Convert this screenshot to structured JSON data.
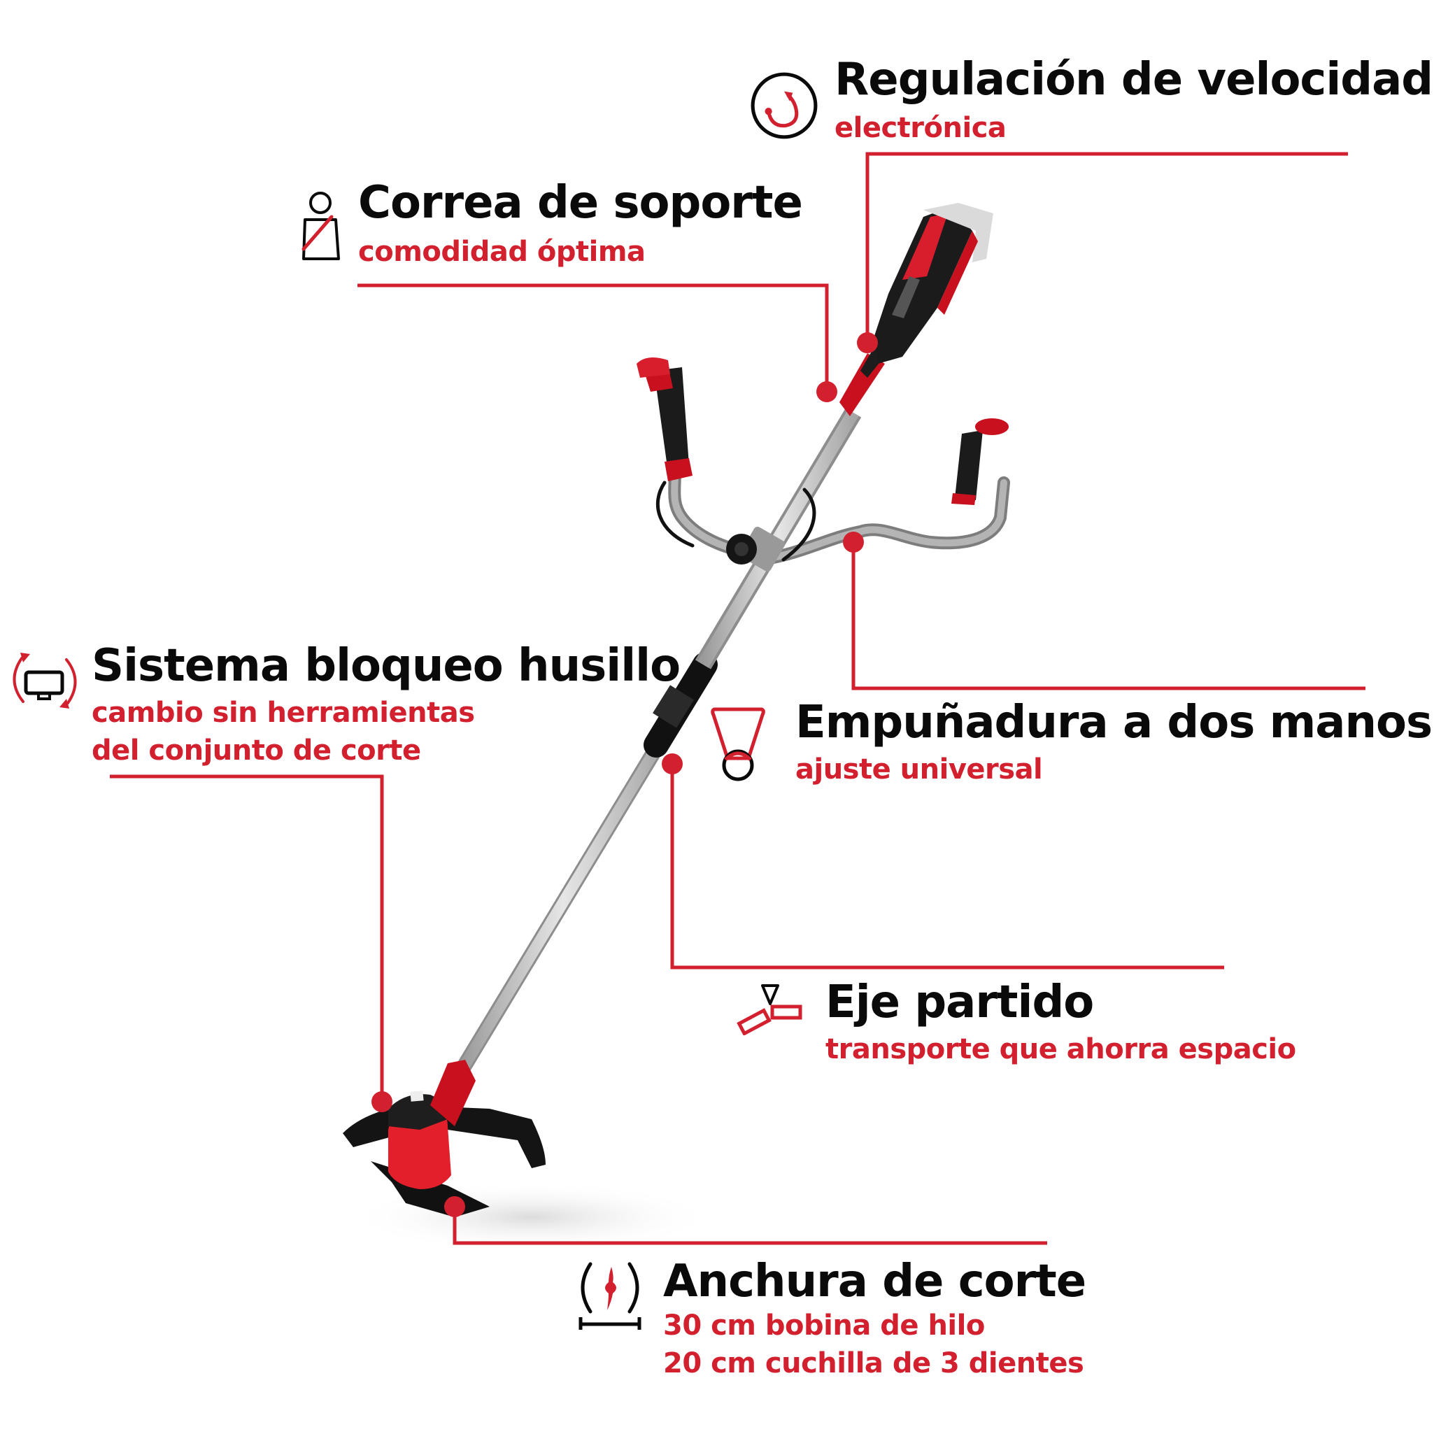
{
  "colors": {
    "accent": "#d2202e",
    "text": "#0a0a0a",
    "background": "#ffffff"
  },
  "product": {
    "name": "cordless brush cutter / grass trimmer",
    "image_alt": "Red and black cordless brush cutter with bike handle"
  },
  "features": [
    {
      "id": "speed",
      "icon": "speed-regulation-icon",
      "title": "Regulación de velocidad",
      "subtitle": [
        "electrónica"
      ]
    },
    {
      "id": "strap",
      "icon": "shoulder-strap-icon",
      "title": "Correa de soporte",
      "subtitle": [
        "comodidad óptima"
      ]
    },
    {
      "id": "spindle",
      "icon": "spindle-lock-icon",
      "title": "Sistema bloqueo husillo",
      "subtitle": [
        "cambio sin herramientas",
        "del conjunto de corte"
      ]
    },
    {
      "id": "handle",
      "icon": "two-hand-handle-icon",
      "title": "Empuñadura a dos manos",
      "subtitle": [
        "ajuste universal"
      ]
    },
    {
      "id": "shaft",
      "icon": "split-shaft-icon",
      "title": "Eje partido",
      "subtitle": [
        "transporte que ahorra espacio"
      ]
    },
    {
      "id": "width",
      "icon": "cutting-width-icon",
      "title": "Anchura de corte",
      "subtitle": [
        "30 cm bobina de hilo",
        "20 cm cuchilla de 3 dientes"
      ]
    }
  ]
}
